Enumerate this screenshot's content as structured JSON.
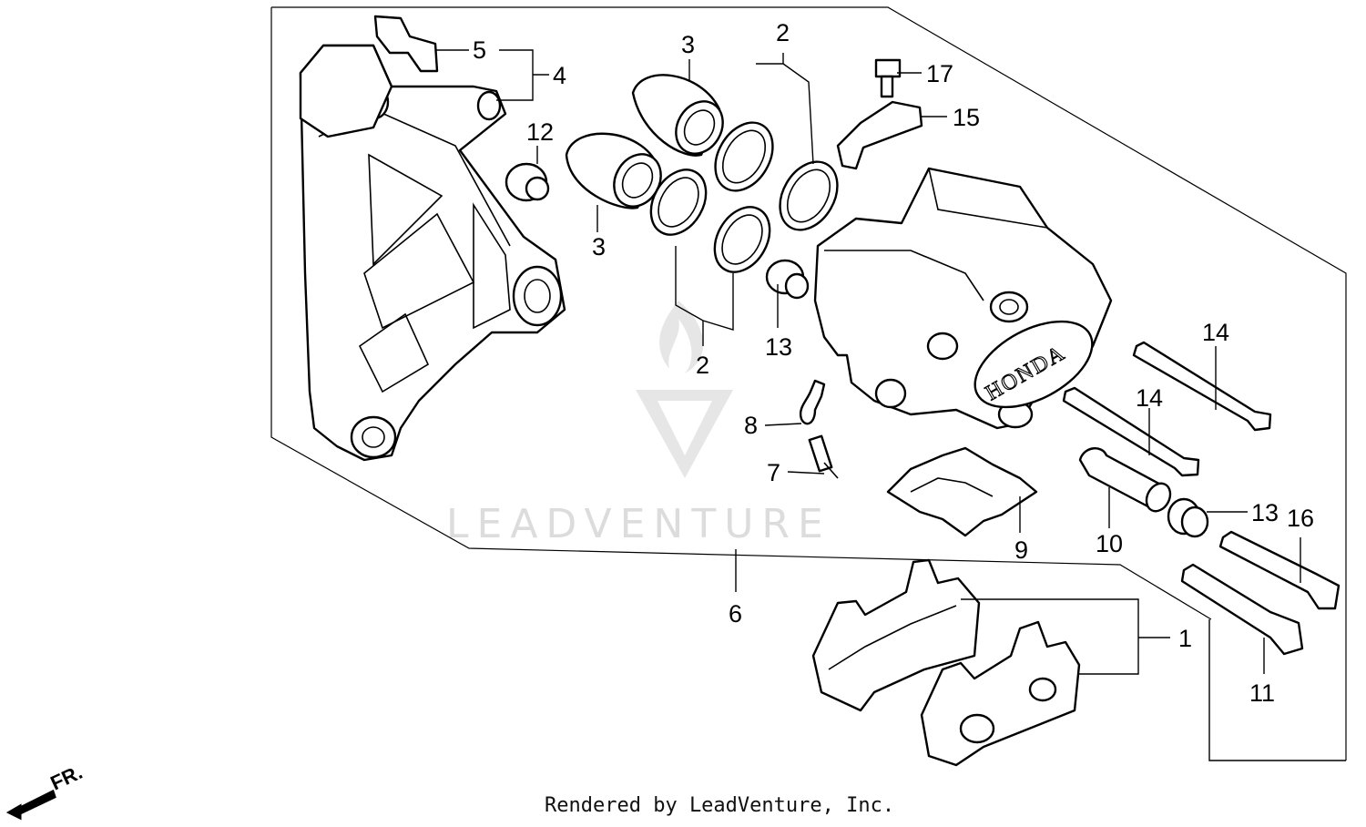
{
  "diagram": {
    "labels": [
      {
        "id": "p1",
        "text": "1"
      },
      {
        "id": "p2a",
        "text": "2"
      },
      {
        "id": "p2b",
        "text": "2"
      },
      {
        "id": "p3a",
        "text": "3"
      },
      {
        "id": "p3b",
        "text": "3"
      },
      {
        "id": "p4",
        "text": "4"
      },
      {
        "id": "p5",
        "text": "5"
      },
      {
        "id": "p6",
        "text": "6"
      },
      {
        "id": "p7",
        "text": "7"
      },
      {
        "id": "p8",
        "text": "8"
      },
      {
        "id": "p9",
        "text": "9"
      },
      {
        "id": "p10",
        "text": "10"
      },
      {
        "id": "p11",
        "text": "11"
      },
      {
        "id": "p12",
        "text": "12"
      },
      {
        "id": "p13a",
        "text": "13"
      },
      {
        "id": "p13b",
        "text": "13"
      },
      {
        "id": "p14a",
        "text": "14"
      },
      {
        "id": "p14b",
        "text": "14"
      },
      {
        "id": "p15",
        "text": "15"
      },
      {
        "id": "p16",
        "text": "16"
      },
      {
        "id": "p17",
        "text": "17"
      }
    ],
    "caliper_brand": "HONDA",
    "direction_label": "FR.",
    "watermark": "LEADVENTURE",
    "credit": "Rendered by LeadVenture, Inc."
  }
}
